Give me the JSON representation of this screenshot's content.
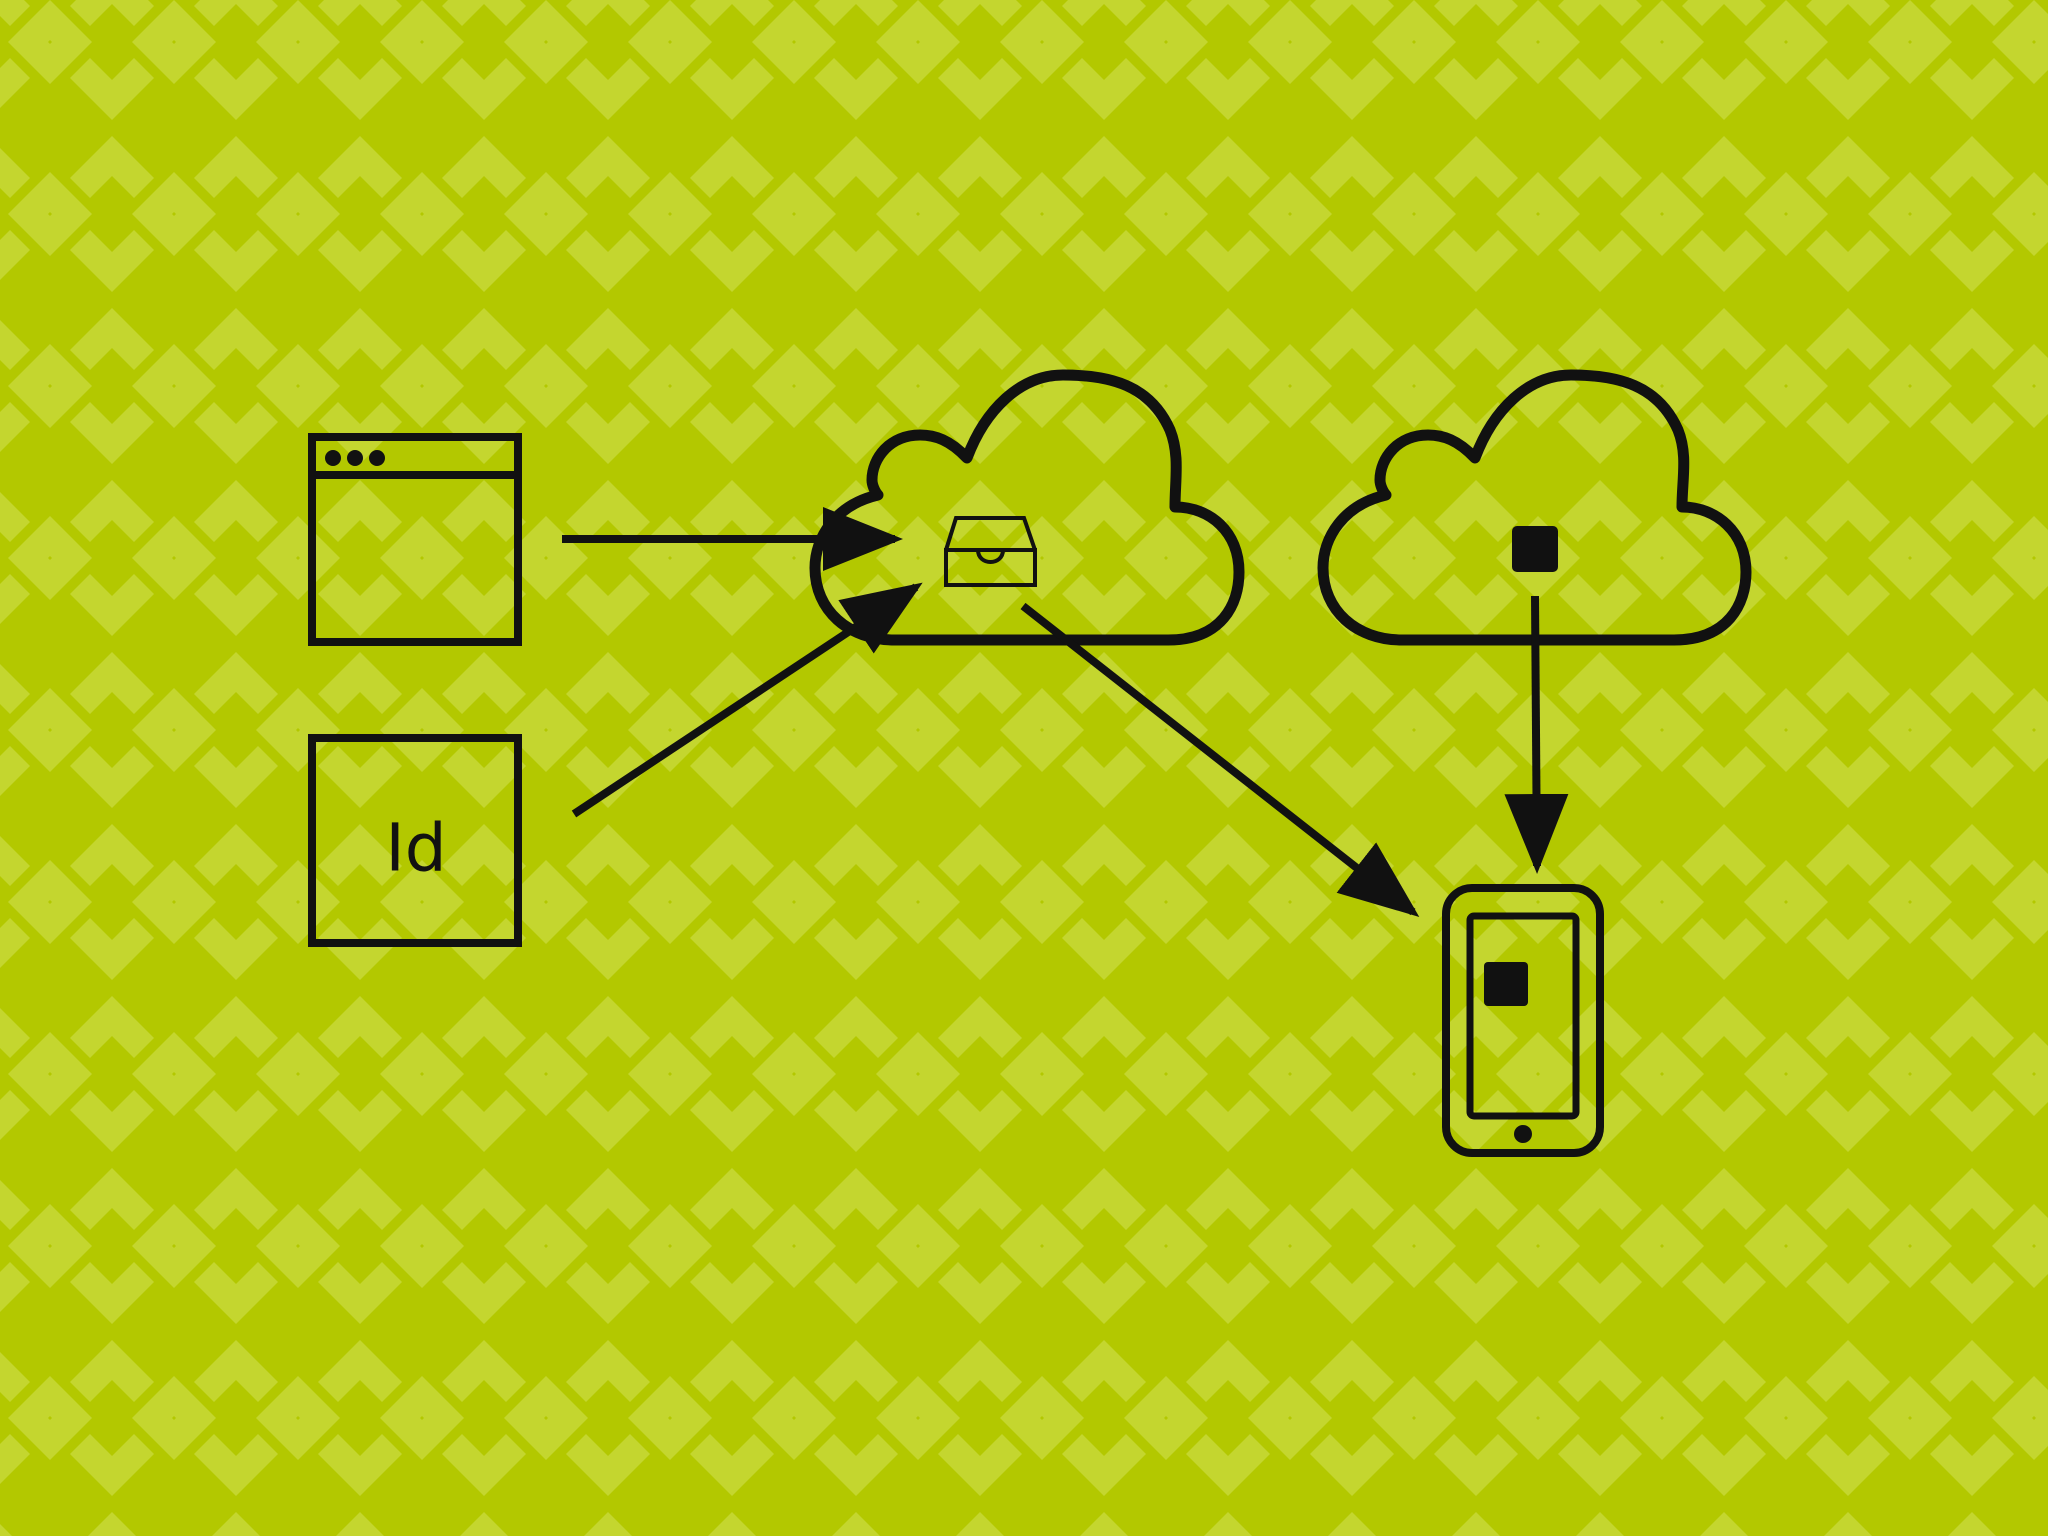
{
  "colors": {
    "background": "#b3c800",
    "pattern": "#c4d62f",
    "ink": "#111111"
  },
  "nodes": {
    "browser_window": {
      "icon": "browser-window-icon"
    },
    "indesign_doc": {
      "icon": "indesign-document-icon",
      "label": "Id"
    },
    "cloud_inbox": {
      "icon": "cloud-icon",
      "inner_icon": "inbox-tray-icon"
    },
    "cloud_app": {
      "icon": "cloud-icon",
      "inner_icon": "square-app-icon"
    },
    "phone": {
      "icon": "smartphone-icon",
      "inner_icon": "square-app-icon"
    }
  },
  "edges": [
    {
      "from": "browser_window",
      "to": "cloud_inbox"
    },
    {
      "from": "indesign_doc",
      "to": "cloud_inbox"
    },
    {
      "from": "cloud_inbox",
      "to": "phone"
    },
    {
      "from": "cloud_app",
      "to": "phone"
    }
  ]
}
